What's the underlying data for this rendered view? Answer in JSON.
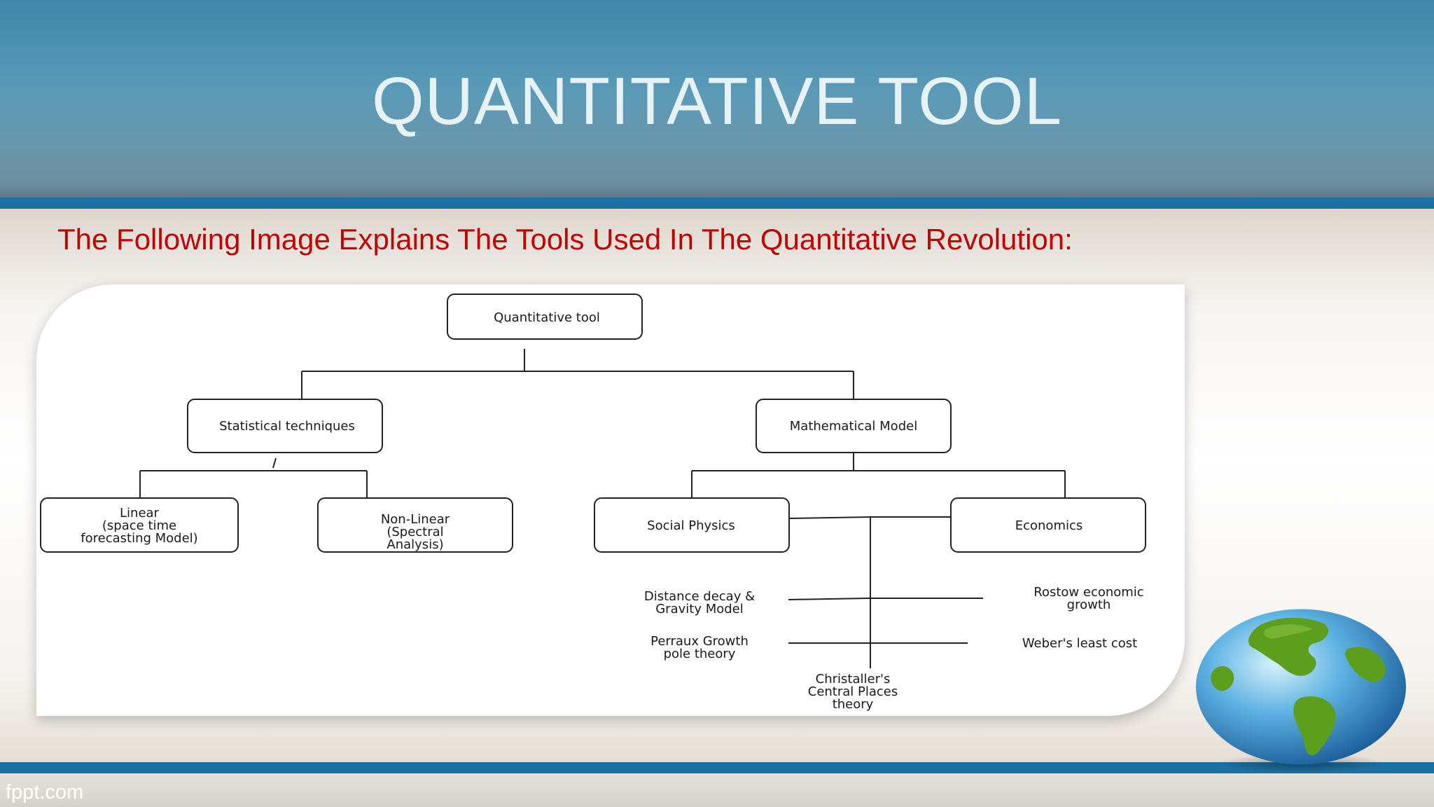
{
  "slide": {
    "title": "QUANTITATIVE TOOL",
    "subtitle": "The Following Image Explains The Tools Used In The Quantitative Revolution:",
    "footer": "fppt.com"
  },
  "diagram": {
    "root": "Quantitative tool",
    "statistical": "Statistical techniques",
    "mathematical": "Mathematical Model",
    "linear": [
      "Linear",
      "(space time",
      "forecasting Model)"
    ],
    "nonlinear": [
      "Non-Linear",
      "(Spectral",
      "Analysis)"
    ],
    "social_physics": "Social Physics",
    "economics": "Economics",
    "distance_decay": [
      "Distance decay &",
      "Gravity Model"
    ],
    "perraux": [
      "Perraux Growth",
      "pole theory"
    ],
    "christaller": [
      "Christaller's",
      "Central Places",
      "theory"
    ],
    "rostow": [
      "Rostow economic",
      "growth"
    ],
    "weber": "Weber's least cost"
  },
  "colors": {
    "accent_band": "#1c71a4",
    "subtitle": "#c00000",
    "title": "#e6f2f4"
  }
}
